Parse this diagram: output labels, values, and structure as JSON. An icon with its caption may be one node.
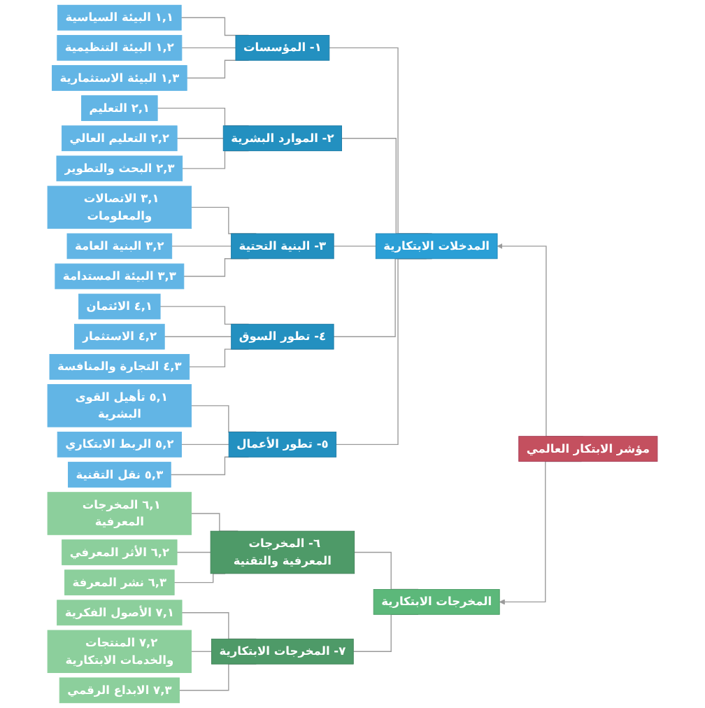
{
  "diagram": {
    "nodes": [
      {
        "text": [
          "مؤشر الابتكار العالمي"
        ]
      },
      {
        "text": [
          "المدخلات الابتكارية"
        ]
      },
      {
        "text": [
          "المخرجات الابتكارية"
        ]
      },
      {
        "text": [
          "١- المؤسسات"
        ]
      },
      {
        "text": [
          "٢- الموارد البشرية"
        ]
      },
      {
        "text": [
          "٣- البنية التحتية"
        ]
      },
      {
        "text": [
          "٤- تطور السوق"
        ]
      },
      {
        "text": [
          "٥- تطور الأعمال"
        ]
      },
      {
        "text": [
          "٦- المخرجات المعرفية والتقنية"
        ]
      },
      {
        "text": [
          "٧- المخرجات الابتكارية"
        ]
      },
      {
        "text": [
          "١,١ البيئة السياسية"
        ]
      },
      {
        "text": [
          "١,٢ البيئة التنظيمية"
        ]
      },
      {
        "text": [
          "١,٣ البيئة الاستثمارية"
        ]
      },
      {
        "text": [
          "٢,١ التعليم"
        ]
      },
      {
        "text": [
          "٢,٢ التعليم العالي"
        ]
      },
      {
        "text": [
          "٢,٣ البحث والتطوير"
        ]
      },
      {
        "text": [
          "٣,١ الاتصالات والمعلومات"
        ]
      },
      {
        "text": [
          "٣,٢ البنية العامة"
        ]
      },
      {
        "text": [
          "٣,٣ البيئة المستدامة"
        ]
      },
      {
        "text": [
          "٤,١ الائتمان"
        ]
      },
      {
        "text": [
          "٤,٢ الاستثمار"
        ]
      },
      {
        "text": [
          "٤,٣ التجارة والمنافسة"
        ]
      },
      {
        "text": [
          "٥,١ تأهيل القوى البشرية"
        ]
      },
      {
        "text": [
          "٥,٢ الربط الابتكاري"
        ]
      },
      {
        "text": [
          "٥,٣ نقل التقنية"
        ]
      },
      {
        "text": [
          "٦,١ المخرجات المعرفية"
        ]
      },
      {
        "text": [
          "٦,٢ الأثر المعرفي"
        ]
      },
      {
        "text": [
          "٦,٣ نشر المعرفة"
        ]
      },
      {
        "text": [
          "٧,١ الأصول الفكرية"
        ]
      },
      {
        "text": [
          "٧,٢ المنتجات والخدمات الابتكارية"
        ]
      },
      {
        "text": [
          "٧,٣ الابداع الرقمي"
        ]
      }
    ],
    "edges": [
      {
        "from": 0,
        "to": 1,
        "arrow": "to"
      },
      {
        "from": 0,
        "to": 2,
        "arrow": "to"
      },
      {
        "from": 1,
        "to": 3,
        "arrow": "none"
      },
      {
        "from": 1,
        "to": 4,
        "arrow": "none"
      },
      {
        "from": 1,
        "to": 5,
        "arrow": "none"
      },
      {
        "from": 1,
        "to": 6,
        "arrow": "none"
      },
      {
        "from": 1,
        "to": 7,
        "arrow": "none"
      },
      {
        "from": 2,
        "to": 8,
        "arrow": "none"
      },
      {
        "from": 2,
        "to": 9,
        "arrow": "none"
      },
      {
        "from": 3,
        "to": 10,
        "arrow": "none"
      },
      {
        "from": 3,
        "to": 11,
        "arrow": "none"
      },
      {
        "from": 3,
        "to": 12,
        "arrow": "none"
      },
      {
        "from": 4,
        "to": 13,
        "arrow": "none"
      },
      {
        "from": 4,
        "to": 14,
        "arrow": "none"
      },
      {
        "from": 4,
        "to": 15,
        "arrow": "none"
      },
      {
        "from": 5,
        "to": 16,
        "arrow": "none"
      },
      {
        "from": 5,
        "to": 17,
        "arrow": "none"
      },
      {
        "from": 5,
        "to": 18,
        "arrow": "none"
      },
      {
        "from": 6,
        "to": 19,
        "arrow": "none"
      },
      {
        "from": 6,
        "to": 20,
        "arrow": "none"
      },
      {
        "from": 6,
        "to": 21,
        "arrow": "none"
      },
      {
        "from": 7,
        "to": 22,
        "arrow": "none"
      },
      {
        "from": 7,
        "to": 23,
        "arrow": "none"
      },
      {
        "from": 7,
        "to": 24,
        "arrow": "none"
      },
      {
        "from": 8,
        "to": 25,
        "arrow": "none"
      },
      {
        "from": 8,
        "to": 26,
        "arrow": "none"
      },
      {
        "from": 8,
        "to": 27,
        "arrow": "none"
      },
      {
        "from": 9,
        "to": 28,
        "arrow": "none"
      },
      {
        "from": 9,
        "to": 29,
        "arrow": "none"
      },
      {
        "from": 9,
        "to": 30,
        "arrow": "none"
      }
    ]
  }
}
